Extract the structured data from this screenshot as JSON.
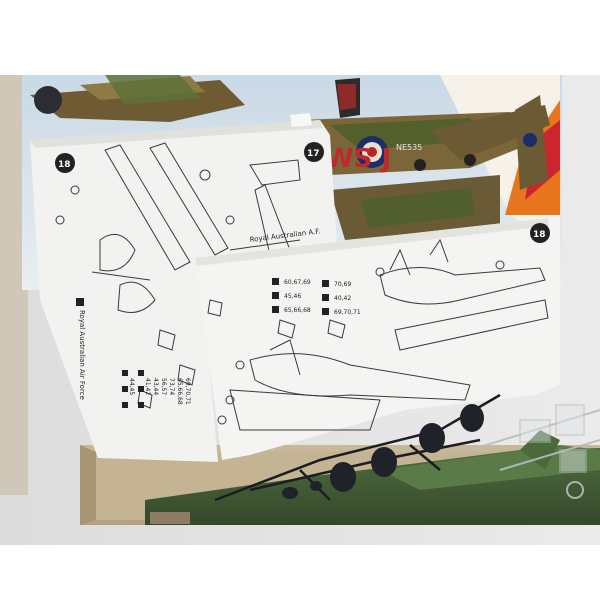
{
  "photo": {
    "box_art": {
      "fuselage_code": "WS J",
      "serial": "NE535"
    },
    "sheet_left": {
      "step_number": "18",
      "step_number_b": "17",
      "side_caption": "Royal Australian Air Force",
      "callouts": [
        "44,45",
        "41,42",
        "43,44",
        "56,57",
        "73,74",
        "65,66,68",
        "69,70,71"
      ]
    },
    "sheet_right": {
      "step_number": "18",
      "side_caption": "Royal Australian A.F.",
      "callouts": [
        "60,67,69",
        "45,46",
        "65,66,68",
        "70,69",
        "40,42",
        "69,70,71"
      ]
    }
  }
}
